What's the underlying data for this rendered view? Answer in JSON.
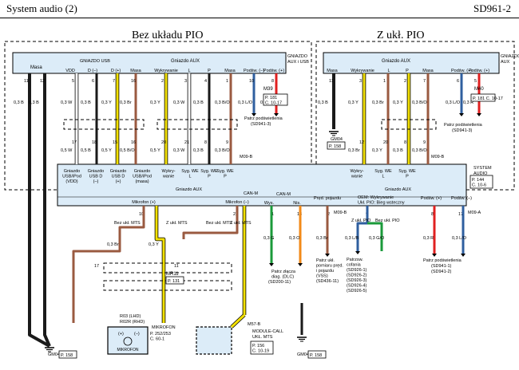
{
  "header": {
    "title": "System audio (2)",
    "code": "SD961-2"
  },
  "sections": {
    "left_title": "Bez układu PIO",
    "right_title": "Z ukł. PIO"
  },
  "left_box": {
    "tag": [
      "GNIAZDO",
      "AUX i USB"
    ],
    "group_masa": "Masa",
    "group_usb": "GNIAZDO USB",
    "group_aux": "Gniazdo AUX",
    "top_labels": [
      "VDD",
      "D (–)",
      "D (+)",
      "Masa",
      "Wykrywanie",
      "L",
      "P",
      "Masa",
      "Podśw. (–)",
      "Podśw. (+)"
    ],
    "pin_nums_top": [
      "11",
      "12",
      "5",
      "6",
      "7",
      "16",
      "2",
      "3",
      "4",
      "1",
      "10",
      "8"
    ],
    "wire_labels_top": [
      "0,3 B",
      "0,3 B",
      "0,3 W",
      "0,3 B",
      "0,3 Y",
      "0,3 Br",
      "0,3 Y",
      "0,3 W",
      "0,3 B",
      "0,3 B/O",
      "0,3 L/O",
      "0,3 R"
    ],
    "pin_nums_bottom": [
      "17",
      "18",
      "15",
      "16",
      "20",
      "21",
      "8",
      "9"
    ],
    "wire_labels_bottom": [
      "0,5 W",
      "0,5 B",
      "0,5 Y",
      "0,5 B/O",
      "0,5 Y",
      "0,3 W",
      "0,3 B",
      "0,3 B/O"
    ],
    "conn": "M39",
    "page_ref": [
      "P. 181",
      "C. 10-17"
    ],
    "see_label": "Patrz podświetlenia",
    "see_ref": "(SD941-3)",
    "jc": "M09-B"
  },
  "right_box": {
    "tag": [
      "GNIAZDO",
      "AUX"
    ],
    "group_aux": "Gniazdo AUX",
    "top_labels": [
      "Masa",
      "Wykrywanie",
      "L",
      "P",
      "Masa",
      "Podśw. (–)",
      "Podśw. (+)"
    ],
    "pin_nums_top": [
      "11",
      "3",
      "1",
      "2",
      "7",
      "6",
      "5"
    ],
    "wire_labels_top": [
      "0,3 B",
      "0,3 Y",
      "0,3 Br",
      "0,3 Y",
      "0,3 B/O",
      "0,3 L/O",
      "0,3 R"
    ],
    "pin_nums_bottom": [
      "12",
      "20",
      "8",
      "9"
    ],
    "wire_labels_bottom": [
      "0,3 Br",
      "0,3 Y",
      "0,3 B",
      "0,3 B/O"
    ],
    "conn": "M40",
    "page_ref": [
      "P. 181",
      "C. 10-17"
    ],
    "see_label": "Patrz podświetlenia",
    "see_ref": "(SD941-3)",
    "ground": "GM04",
    "ground_page": "P. 158",
    "jc": "M09-B"
  },
  "system_box": {
    "tag": [
      "SYSTEM",
      "AUDIO"
    ],
    "page_ref": [
      "P. 144",
      "C. 10-6"
    ],
    "cells": [
      "Gniazdo USB/iPod (VDD)",
      "Gniazdo USB D (–)",
      "Gniazdo USB D (+)",
      "Gniazdo USB/iPod (masa)",
      "Wykry- wanie",
      "Syg. WE L",
      "Syg. WE P",
      "Syg. WE P",
      "Wykry- wanie",
      "Syg. WE L",
      "Syg. WE P"
    ],
    "group_aux": "Gniazdo AUX",
    "group_aux2": "Gniazdo AUX",
    "bottom_labels": [
      "Mikrofon (+)",
      "Mikrofon (–)",
      "CAN-M",
      "Wys.",
      "Nis.",
      "Pręd. pojazdu",
      "OEM: Wykrywanie Ukł. PIO: Bieg wsteczny",
      "Podśw. (+)",
      "Podśw. (–)"
    ],
    "bottom_pins": [
      "10",
      "22",
      "1",
      "13",
      "2",
      "9",
      "8",
      "17"
    ],
    "jc_bottom": [
      "M09-B",
      "M09-A"
    ]
  },
  "lower": {
    "wire_labels": [
      "0,3 Br",
      "0,3 Y",
      "0,3 G",
      "0,3 O",
      "0,3 Br",
      "0,3 L/B",
      "0,3 G/O",
      "0,3 R",
      "0,3 L/O",
      "0,3 B/O",
      "0,3 B"
    ],
    "bez_ukl_mts": "Bez ukł. MTS",
    "z_ukl_mts": "Z ukł. MTS",
    "z_ukl_pio": "Z ukł. PIO",
    "bez_ukl_pio": "Bez ukł. PIO",
    "see_dlc": [
      "Patrz złącza",
      "diag. (DLC)",
      "(SD200-11)"
    ],
    "see_vss": [
      "Patrz ukł.",
      "pomiaru pręd.",
      "i pojazdu",
      "(VSS)",
      "(SD436-11)"
    ],
    "see_cofania": [
      "Patrzsw.",
      "cofania",
      "(SD926-1)",
      "(SD926-2)",
      "(SD926-3)",
      "(SD926-4)",
      "(SD926-5)"
    ],
    "see_podsw": [
      "Patrz podświetlenia",
      "(SD941-1)",
      "(SD941-2)"
    ],
    "mr11": "MR11",
    "mr11_ref": "P. 131",
    "r03": "R03 (LHD)",
    "r02r": "R02R (RHD)",
    "mikrofon_ref": [
      "P. 252/253",
      "C. 60-1"
    ],
    "mikrofon_tag": "MIKROFON",
    "mikrofon_label": "MIKROFON",
    "module_tag": [
      "MODULE-CALL",
      "UKŁ. MTS"
    ],
    "module_ref": [
      "P. 156",
      "C. 10-19"
    ],
    "m57": "M57-B",
    "ground1": "GM04",
    "ground1_page": "P. 158",
    "ground2": "GM04",
    "ground2_page": "P. 158",
    "pin_numbers": [
      "17",
      "11",
      "9",
      "7",
      "2",
      "1",
      "12",
      "11",
      "18",
      "8"
    ]
  },
  "colors": {
    "box_fill": "#dcecf8",
    "wire_black": "#1a1a1a",
    "wire_yellow": "#f2e000",
    "wire_brown": "#9a5a40",
    "wire_blue": "#2f5f9f",
    "wire_red": "#e02020",
    "wire_green": "#1a9a3a",
    "wire_orange": "#f28a18",
    "wire_white": "#ffffff",
    "ref_blue": "#1f2fbf"
  }
}
